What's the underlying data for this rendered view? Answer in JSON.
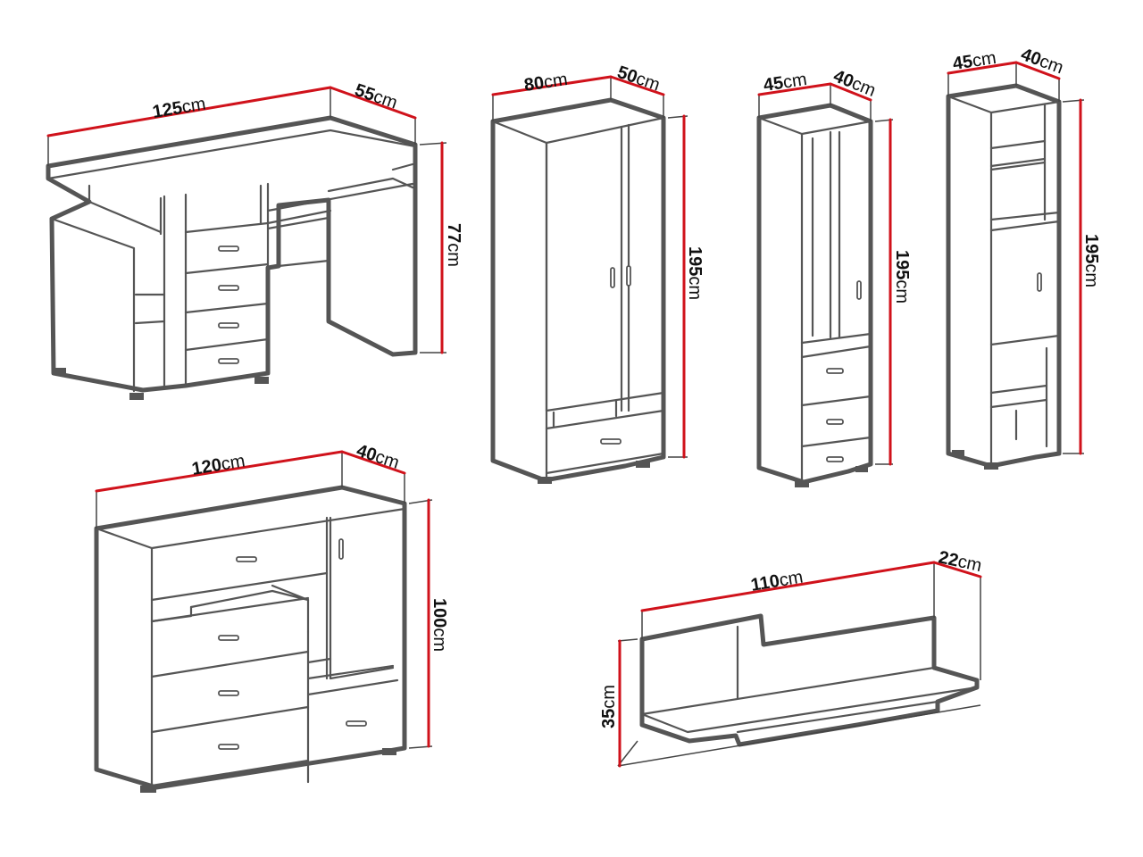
{
  "unit": "cm",
  "items": [
    {
      "id": "desk",
      "dimensions": {
        "width": "125",
        "depth": "55",
        "height": "77"
      }
    },
    {
      "id": "wardrobe",
      "dimensions": {
        "width": "80",
        "depth": "50",
        "height": "195"
      }
    },
    {
      "id": "tall-cabinet-mirror",
      "dimensions": {
        "width": "45",
        "depth": "40",
        "height": "195"
      }
    },
    {
      "id": "tall-cabinet-shelves",
      "dimensions": {
        "width": "45",
        "depth": "40",
        "height": "195"
      }
    },
    {
      "id": "chest-of-drawers",
      "dimensions": {
        "width": "120",
        "depth": "40",
        "height": "100"
      }
    },
    {
      "id": "wall-shelf",
      "dimensions": {
        "width": "110",
        "depth": "22",
        "height": "35"
      }
    }
  ],
  "colors": {
    "dimension_line": "#d0121b",
    "outline": "#555555",
    "text": "#111111"
  }
}
